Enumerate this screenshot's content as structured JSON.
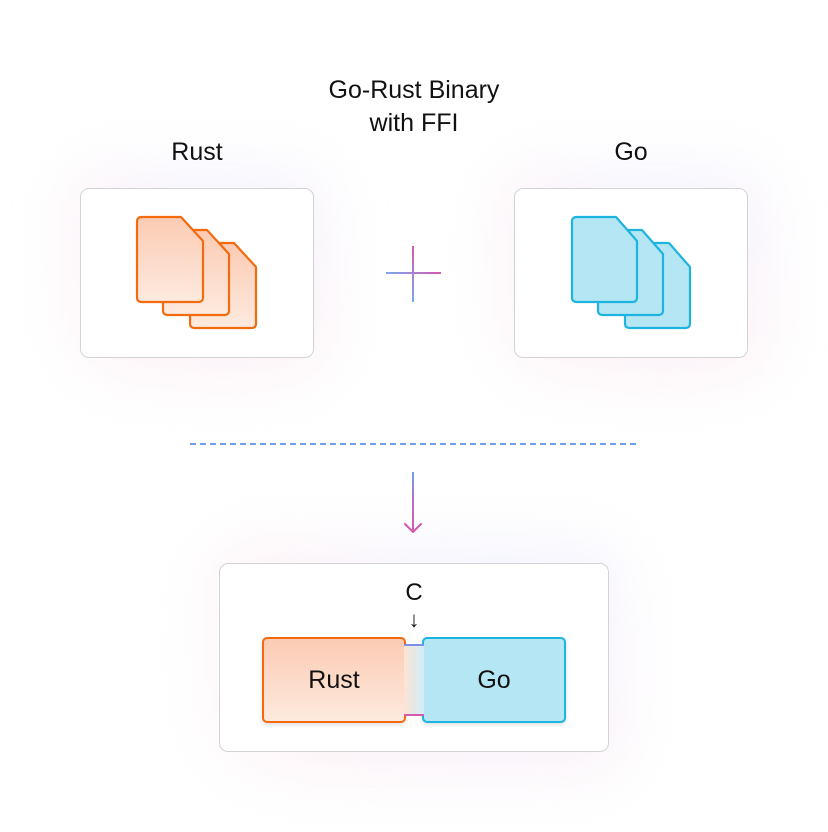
{
  "title": {
    "line1": "Go-Rust Binary",
    "line2": "with FFI"
  },
  "sources": [
    {
      "label": "Rust",
      "icon": "rust-files-icon",
      "color": "#f26b0f",
      "fill": "#fcd3bd"
    },
    {
      "label": "Go",
      "icon": "go-files-icon",
      "color": "#1db4e0",
      "fill": "#b5e6f4"
    }
  ],
  "operator": {
    "icon": "plus-icon"
  },
  "flow": {
    "icon": "arrow-down-icon"
  },
  "binary": {
    "rust_label": "Rust",
    "go_label": "Go",
    "bridge_label": "C",
    "bridge_arrow": "↓"
  },
  "colors": {
    "rust_stroke": "#f26b0f",
    "go_stroke": "#1db4e0",
    "gradient_blue": "#6f9fe8",
    "gradient_pink": "#d55aae"
  }
}
